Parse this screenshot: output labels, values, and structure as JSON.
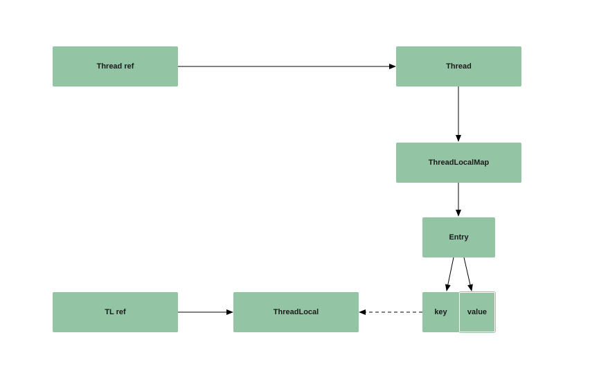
{
  "nodes": {
    "thread_ref": "Thread ref",
    "thread": "Thread",
    "thread_local_map": "ThreadLocalMap",
    "entry": "Entry",
    "key": "key",
    "value": "value",
    "tl_ref": "TL ref",
    "thread_local": "ThreadLocal"
  },
  "colors": {
    "node_fill": "#93c5a5",
    "edge": "#000000",
    "text": "#1a1a1a"
  },
  "edges": [
    {
      "from": "thread_ref",
      "to": "thread",
      "style": "solid"
    },
    {
      "from": "thread",
      "to": "thread_local_map",
      "style": "solid"
    },
    {
      "from": "thread_local_map",
      "to": "entry",
      "style": "solid"
    },
    {
      "from": "entry",
      "to": "key",
      "style": "solid"
    },
    {
      "from": "entry",
      "to": "value",
      "style": "solid"
    },
    {
      "from": "tl_ref",
      "to": "thread_local",
      "style": "solid"
    },
    {
      "from": "key",
      "to": "thread_local",
      "style": "dashed"
    }
  ]
}
